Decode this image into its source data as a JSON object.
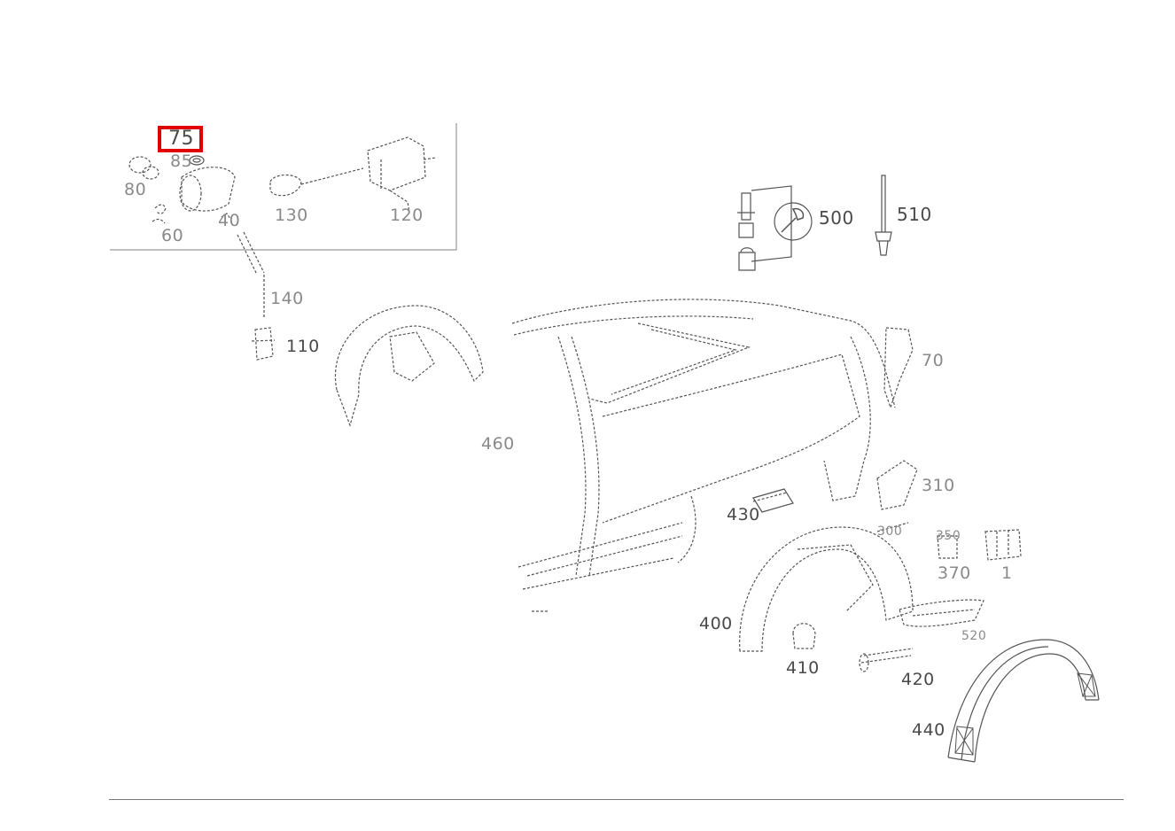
{
  "diagram": {
    "highlighted_part": "75",
    "highlight_color": "#e00000",
    "line_color": "#555555",
    "callouts": {
      "p75": "75",
      "p85": "85",
      "p80": "80",
      "p60": "60",
      "p40": "40",
      "p130": "130",
      "p120": "120",
      "p140": "140",
      "p110": "110",
      "p500": "500",
      "p510": "510",
      "p400": "400",
      "p410": "410",
      "p420": "420",
      "p430": "430",
      "p440": "440",
      "p70": "70",
      "p310": "310",
      "p350": "350",
      "p370": "370",
      "p520": "520",
      "p300": "300",
      "p1": "1",
      "p460": "460"
    },
    "icons": [
      "wrench-icon"
    ]
  }
}
